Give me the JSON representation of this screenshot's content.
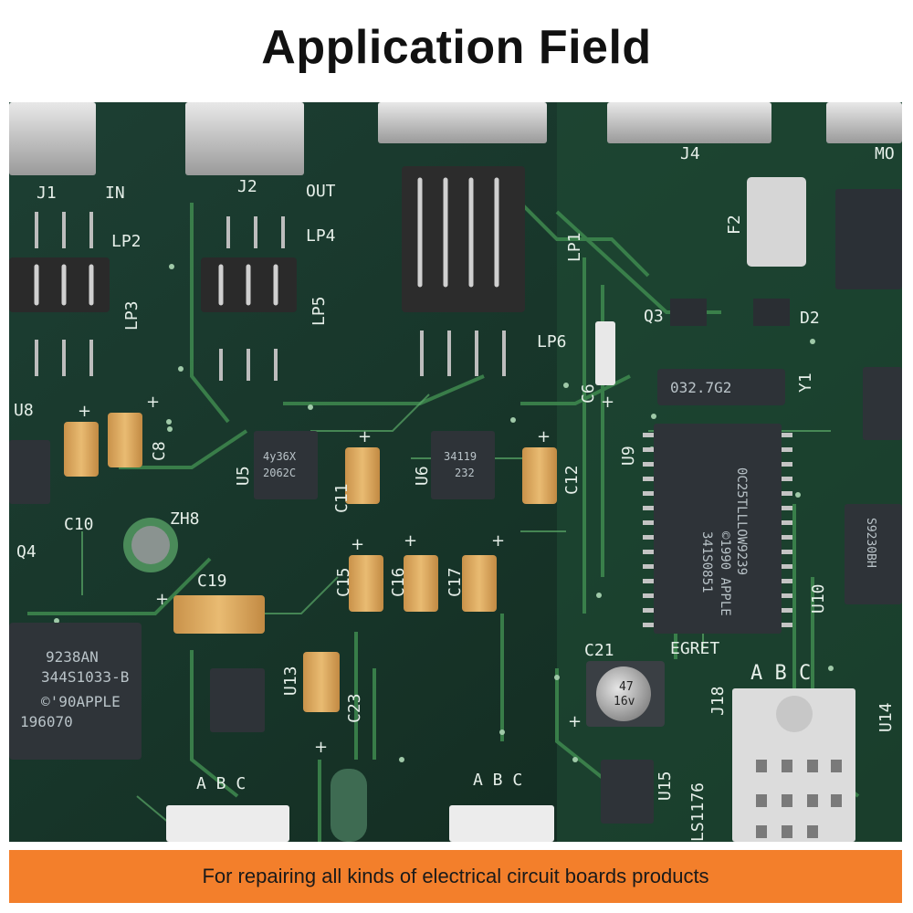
{
  "header": {
    "title": "Application Field"
  },
  "photo": {
    "subject": "green printed circuit board",
    "silkscreen": {
      "j1": "J1",
      "in": "IN",
      "j2": "J2",
      "out": "OUT",
      "j4": "J4",
      "mo": "MO",
      "lp1": "LP1",
      "lp2": "LP2",
      "lp3": "LP3",
      "lp4": "LP4",
      "lp5": "LP5",
      "lp6": "LP6",
      "f2": "F2",
      "q3": "Q3",
      "d2": "D2",
      "q4": "Q4",
      "y1": "Y1",
      "u5": "U5",
      "u6": "U6",
      "u8": "U8",
      "u9": "U9",
      "u10": "U10",
      "u13": "U13",
      "u14": "U14",
      "u15": "U15",
      "c6": "C6",
      "c8": "C8",
      "c10": "C10",
      "c11": "C11",
      "c12": "C12",
      "c15": "C15",
      "c16": "C16",
      "c17": "C17",
      "c19": "C19",
      "c21": "C21",
      "c23": "C23",
      "zh8": "ZH8",
      "egret": "EGRET",
      "j18": "J18",
      "ls1176": "LS1176",
      "abc": "A B C"
    },
    "chips": {
      "u5_line1": "4y36X",
      "u5_line2": "2062C",
      "u6_line1": "34119",
      "u6_line2": "232",
      "u9_line1": "341S0851",
      "u9_line2": "©1990 APPLE",
      "u9_line3": "0C25TLLLOW9239",
      "xtal": "032.7G2",
      "qfp_line1": "9238AN",
      "qfp_line2": "344S1033-B",
      "qfp_line3": "©'90APPLE",
      "qfp_line4": "196070",
      "u10_line1": "S9230BH",
      "cap_line1": "47",
      "cap_line2": "16v"
    }
  },
  "footer": {
    "caption": "For repairing all kinds of electrical circuit boards products"
  }
}
